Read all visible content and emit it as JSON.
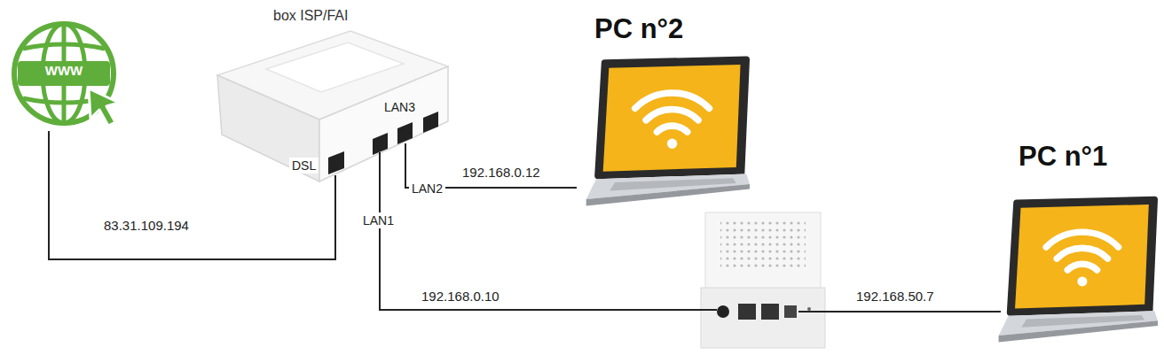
{
  "diagram": {
    "nodes": [
      {
        "text": [
          "WWW"
        ]
      },
      {
        "text": [
          "box ISP/FAI"
        ]
      },
      {
        "text": [
          "PC n°2"
        ]
      },
      {
        "text": [
          "PC n°1"
        ]
      }
    ],
    "edges": [
      {
        "from": 0,
        "to": 1,
        "arrow": "none",
        "label": "83.31.109.194"
      },
      {
        "from": 1,
        "to": 2,
        "arrow": "none",
        "label": "192.168.0.12"
      }
    ],
    "labels": [
      "DSL",
      "LAN3",
      "LAN2",
      "LAN1",
      "192.168.0.10",
      "192.168.50.7"
    ]
  }
}
